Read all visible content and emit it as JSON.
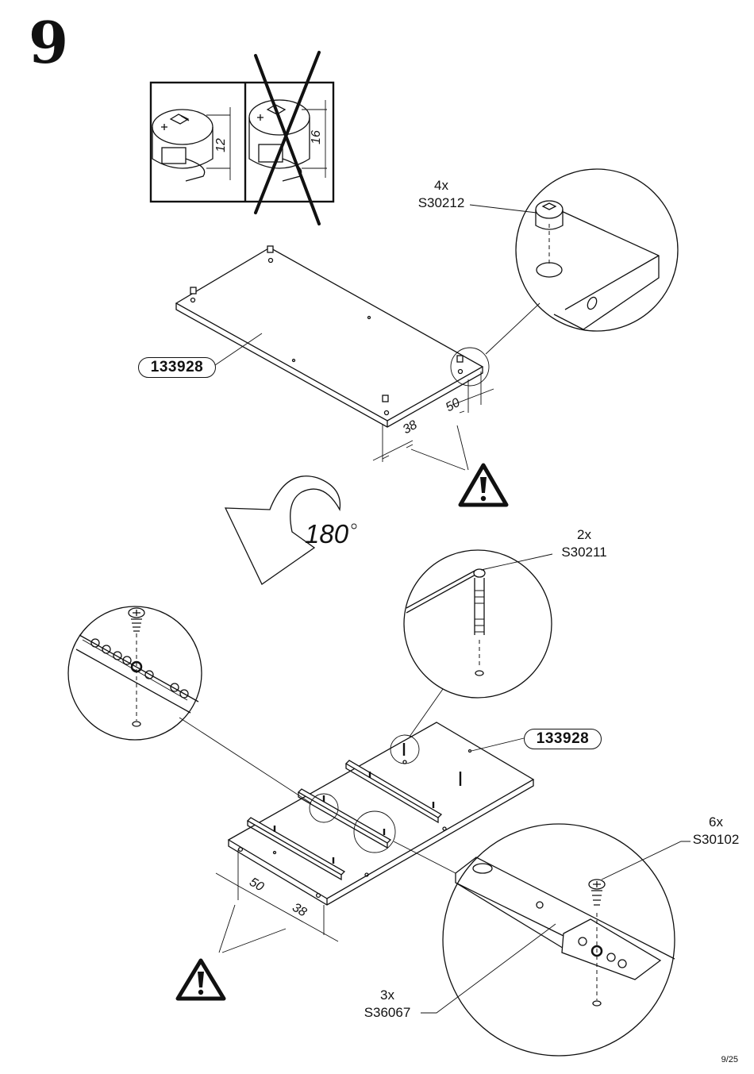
{
  "step": {
    "number": "9"
  },
  "cam_detail": {
    "correct_dim": "12",
    "wrong_dim": "16"
  },
  "top": {
    "callout_qty": "4x",
    "callout_code": "S30212",
    "part_label": "133928",
    "dim_a": "50",
    "dim_b": "38"
  },
  "rotation": {
    "label": "180",
    "unit": "°"
  },
  "bottom": {
    "dowel_qty": "2x",
    "dowel_code": "S30211",
    "part_label": "133928",
    "screw_qty": "6x",
    "screw_code": "S30102",
    "runner_qty": "3x",
    "runner_code": "S36067",
    "dim_a": "50",
    "dim_b": "38"
  },
  "footer": {
    "page": "9/25"
  },
  "icons": [
    "warning-icon",
    "rotate-arrow-icon",
    "cam-lock-icon",
    "screw-icon",
    "dowel-icon",
    "drawer-runner-icon"
  ]
}
